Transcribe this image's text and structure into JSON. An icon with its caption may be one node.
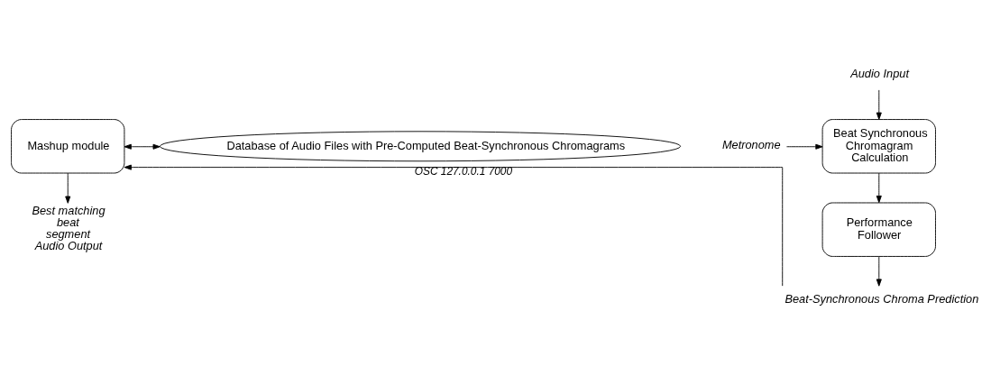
{
  "diagram": {
    "nodes": [
      {
        "text": [
          "Audio Input"
        ]
      },
      {
        "text": [
          "Metronome"
        ]
      },
      {
        "text": [
          "Beat Synchronous Chromagram Calculation"
        ]
      },
      {
        "text": [
          "Performance Follower"
        ]
      },
      {
        "text": [
          "Beat-Synchronous Chroma Prediction"
        ]
      },
      {
        "text": [
          "Mashup module"
        ]
      },
      {
        "text": [
          "Database of Audio Files with Pre-Computed Beat-Synchronous Chromagrams"
        ]
      },
      {
        "text": [
          "Best matching beat segment Audio Output"
        ]
      }
    ],
    "edges": [
      {
        "from": 0,
        "to": 2,
        "arrow": "to"
      },
      {
        "from": 1,
        "to": 2,
        "arrow": "to"
      },
      {
        "from": 2,
        "to": 3,
        "arrow": "to"
      },
      {
        "from": 3,
        "to": 4,
        "arrow": "to"
      },
      {
        "from": 4,
        "to": 5,
        "arrow": "to",
        "label": "OSC 127.0.0.1 7000"
      },
      {
        "from": 5,
        "to": 6,
        "arrow": "both"
      },
      {
        "from": 5,
        "to": 7,
        "arrow": "to"
      }
    ]
  }
}
